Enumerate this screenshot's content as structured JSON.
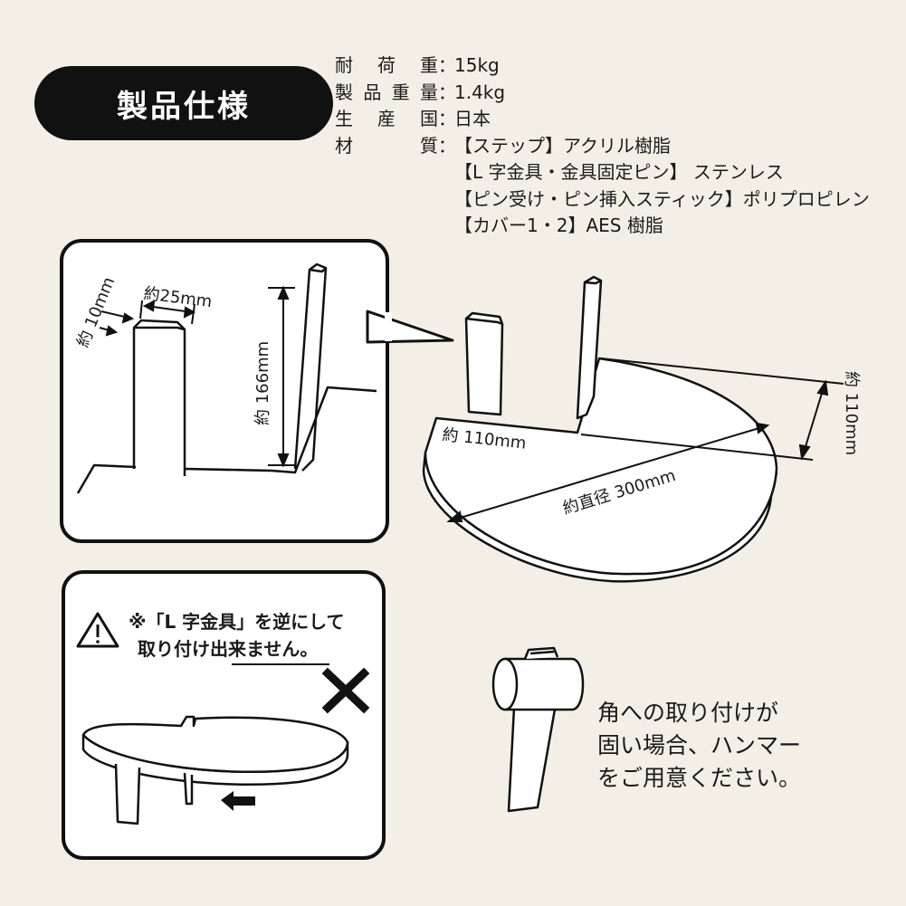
{
  "badge": "製品仕様",
  "spec": {
    "rows": [
      {
        "label": [
          "耐",
          "荷",
          "重"
        ],
        "colon": "：",
        "value": "15kg"
      },
      {
        "label": [
          "製",
          "品",
          "重",
          "量"
        ],
        "colon": "：",
        "value": "1.4kg"
      },
      {
        "label": [
          "生",
          "産",
          "国"
        ],
        "colon": "：",
        "value": "日本"
      },
      {
        "label": [
          "材",
          "質"
        ],
        "colon": "：",
        "value": "【ステップ】アクリル樹脂"
      }
    ],
    "material_cont": [
      "【L 字金具・金具固定ピン】 ステンレス",
      "【ピン受け・ピン挿入スティック】ポリプロピレン",
      "【カバー1・2】AES 樹脂"
    ]
  },
  "detail_dims": {
    "thickness": "約 10mm",
    "width": "約25mm",
    "height": "約 166mm"
  },
  "main_dims": {
    "side_a": "約 110mm",
    "side_b": "約 110mm",
    "diameter": "約直径 300mm"
  },
  "warning": {
    "line1": "※「L 字金具」を逆にして",
    "line2_pre": "取り付け",
    "line2_em": "出来ません",
    "line2_post": "。"
  },
  "hammer_note": [
    "角への取り付けが",
    "固い場合、ハンマー",
    "をご用意ください。"
  ]
}
